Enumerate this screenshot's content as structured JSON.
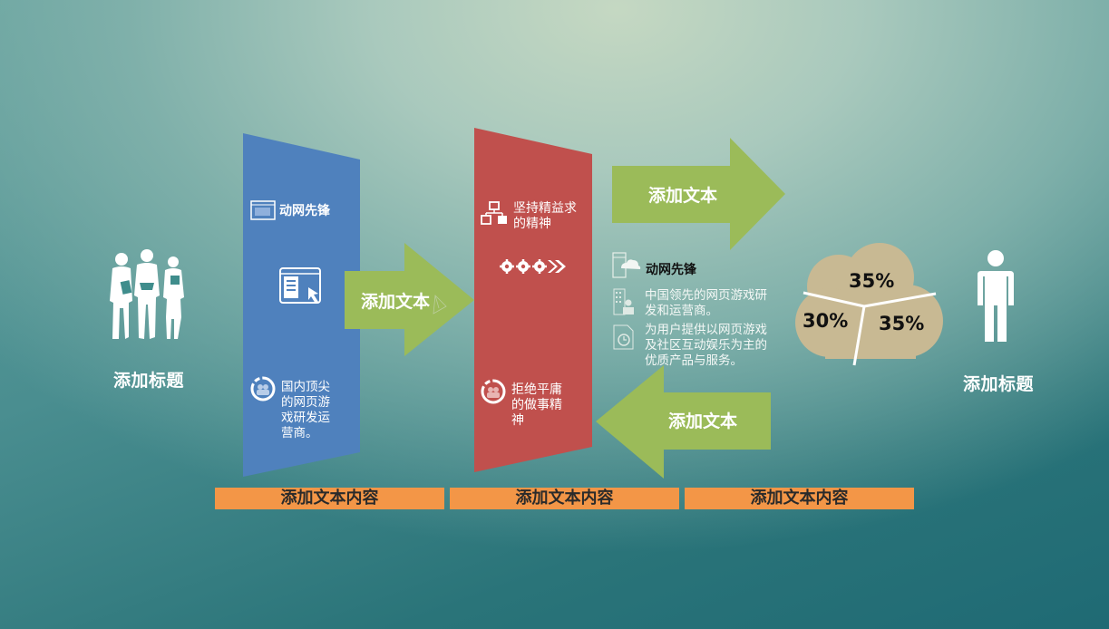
{
  "left_figure": {
    "icon": "group-people-icon",
    "title": "添加标题"
  },
  "right_figure": {
    "icon": "person-icon",
    "title": "添加标题"
  },
  "blue_panel": {
    "color": "#4f81bd",
    "heading": {
      "icon": "window-grid-icon",
      "text": "动网先锋"
    },
    "center_icon": "browser-cursor-icon",
    "bottom": {
      "icon": "refresh-users-icon",
      "text_lines": [
        "国内顶尖",
        "的网页游",
        "戏研发运",
        "营商。"
      ]
    }
  },
  "red_panel": {
    "color": "#c0504d",
    "heading": {
      "icon": "hierarchy-icon",
      "text_lines": [
        "坚持精益求",
        "的精神"
      ]
    },
    "center_icon": "gears-arrow-icon",
    "bottom": {
      "icon": "refresh-users-icon",
      "text_lines": [
        "拒绝平庸",
        "的做事精",
        "神"
      ]
    }
  },
  "arrows": {
    "color": "#9bbb59",
    "middle_right": {
      "label": "添加文本",
      "direction": "right"
    },
    "top_right": {
      "label": "添加文本",
      "direction": "right"
    },
    "bottom_left": {
      "label": "添加文本",
      "direction": "left"
    }
  },
  "info_block": {
    "title": "动网先锋",
    "items": [
      {
        "icon": "document-cloud-icon"
      },
      {
        "icon": "building-user-icon",
        "text_lines": [
          "中国领先的网页游戏研",
          "发和运营商。"
        ]
      },
      {
        "icon": "document-history-icon",
        "text_lines": [
          "为用户提供以网页游戏",
          "及社区互动娱乐为主的",
          "优质产品与服务。"
        ]
      }
    ]
  },
  "cloud_chart": {
    "color": "#c8b993",
    "segments": [
      {
        "label": "35%",
        "position": "top"
      },
      {
        "label": "30%",
        "position": "left"
      },
      {
        "label": "35%",
        "position": "right"
      }
    ]
  },
  "bottom_bars": {
    "color": "#f39647",
    "items": [
      {
        "label": "添加文本内容"
      },
      {
        "label": "添加文本内容"
      },
      {
        "label": "添加文本内容"
      }
    ]
  },
  "chart_data": {
    "type": "pie",
    "title": "",
    "categories": [
      "top",
      "left",
      "right"
    ],
    "values": [
      35,
      30,
      35
    ],
    "labels": [
      "35%",
      "30%",
      "35%"
    ]
  }
}
